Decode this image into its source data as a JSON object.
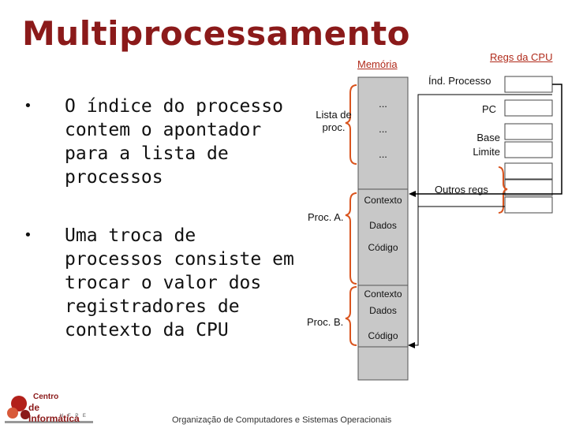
{
  "title": "Multiprocessamento",
  "bullets": [
    "O índice do processo contem o apontador para a lista de processos",
    "Uma troca de processos consiste em trocar o valor dos registradores de contexto da CPU"
  ],
  "memory": {
    "header": "Memória",
    "list_label": "Lista de proc.",
    "list_cells": [
      "...",
      "...",
      "..."
    ],
    "proc_a_label": "Proc. A.",
    "proc_a_cells": [
      "Contexto",
      "Dados",
      "Código"
    ],
    "proc_b_label": "Proc. B.",
    "proc_b_cells": [
      "Contexto",
      "Dados",
      "Código"
    ]
  },
  "cpu": {
    "header": "Regs da CPU",
    "index_label": "Índ. Processo",
    "pc_label": "PC",
    "base_limit_label": "Base Limite",
    "other_regs_label": "Outros regs"
  },
  "logo": {
    "line1": "Centro",
    "line2": "de Informática",
    "line3": "U F P E"
  },
  "footer": "Organização de Computadores e Sistemas Operacionais",
  "colors": {
    "title": "#8b1a1a",
    "brace": "#d9541e",
    "memory_fill": "#c8c8c8",
    "header_red": "#b02a1a"
  }
}
